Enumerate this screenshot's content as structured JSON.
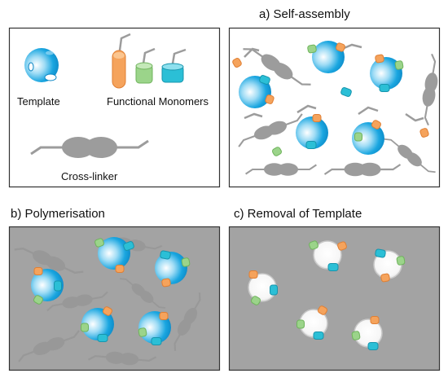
{
  "legend": {
    "template_label": "Template",
    "monomers_label": "Functional Monomers",
    "crosslinker_label": "Cross-linker"
  },
  "panels": {
    "a_label": "a) Self-assembly",
    "b_label": "b) Polymerisation",
    "c_label": "c) Removal of Template"
  },
  "colors": {
    "template_blue": "#1aa6e0",
    "monomer_orange": "#f5a35c",
    "monomer_green": "#9bd48a",
    "monomer_cyan": "#2bbfd6",
    "crosslinker_gray": "#9c9c9c",
    "polymer_background": "#a3a3a3",
    "panel_border": "#333333"
  }
}
